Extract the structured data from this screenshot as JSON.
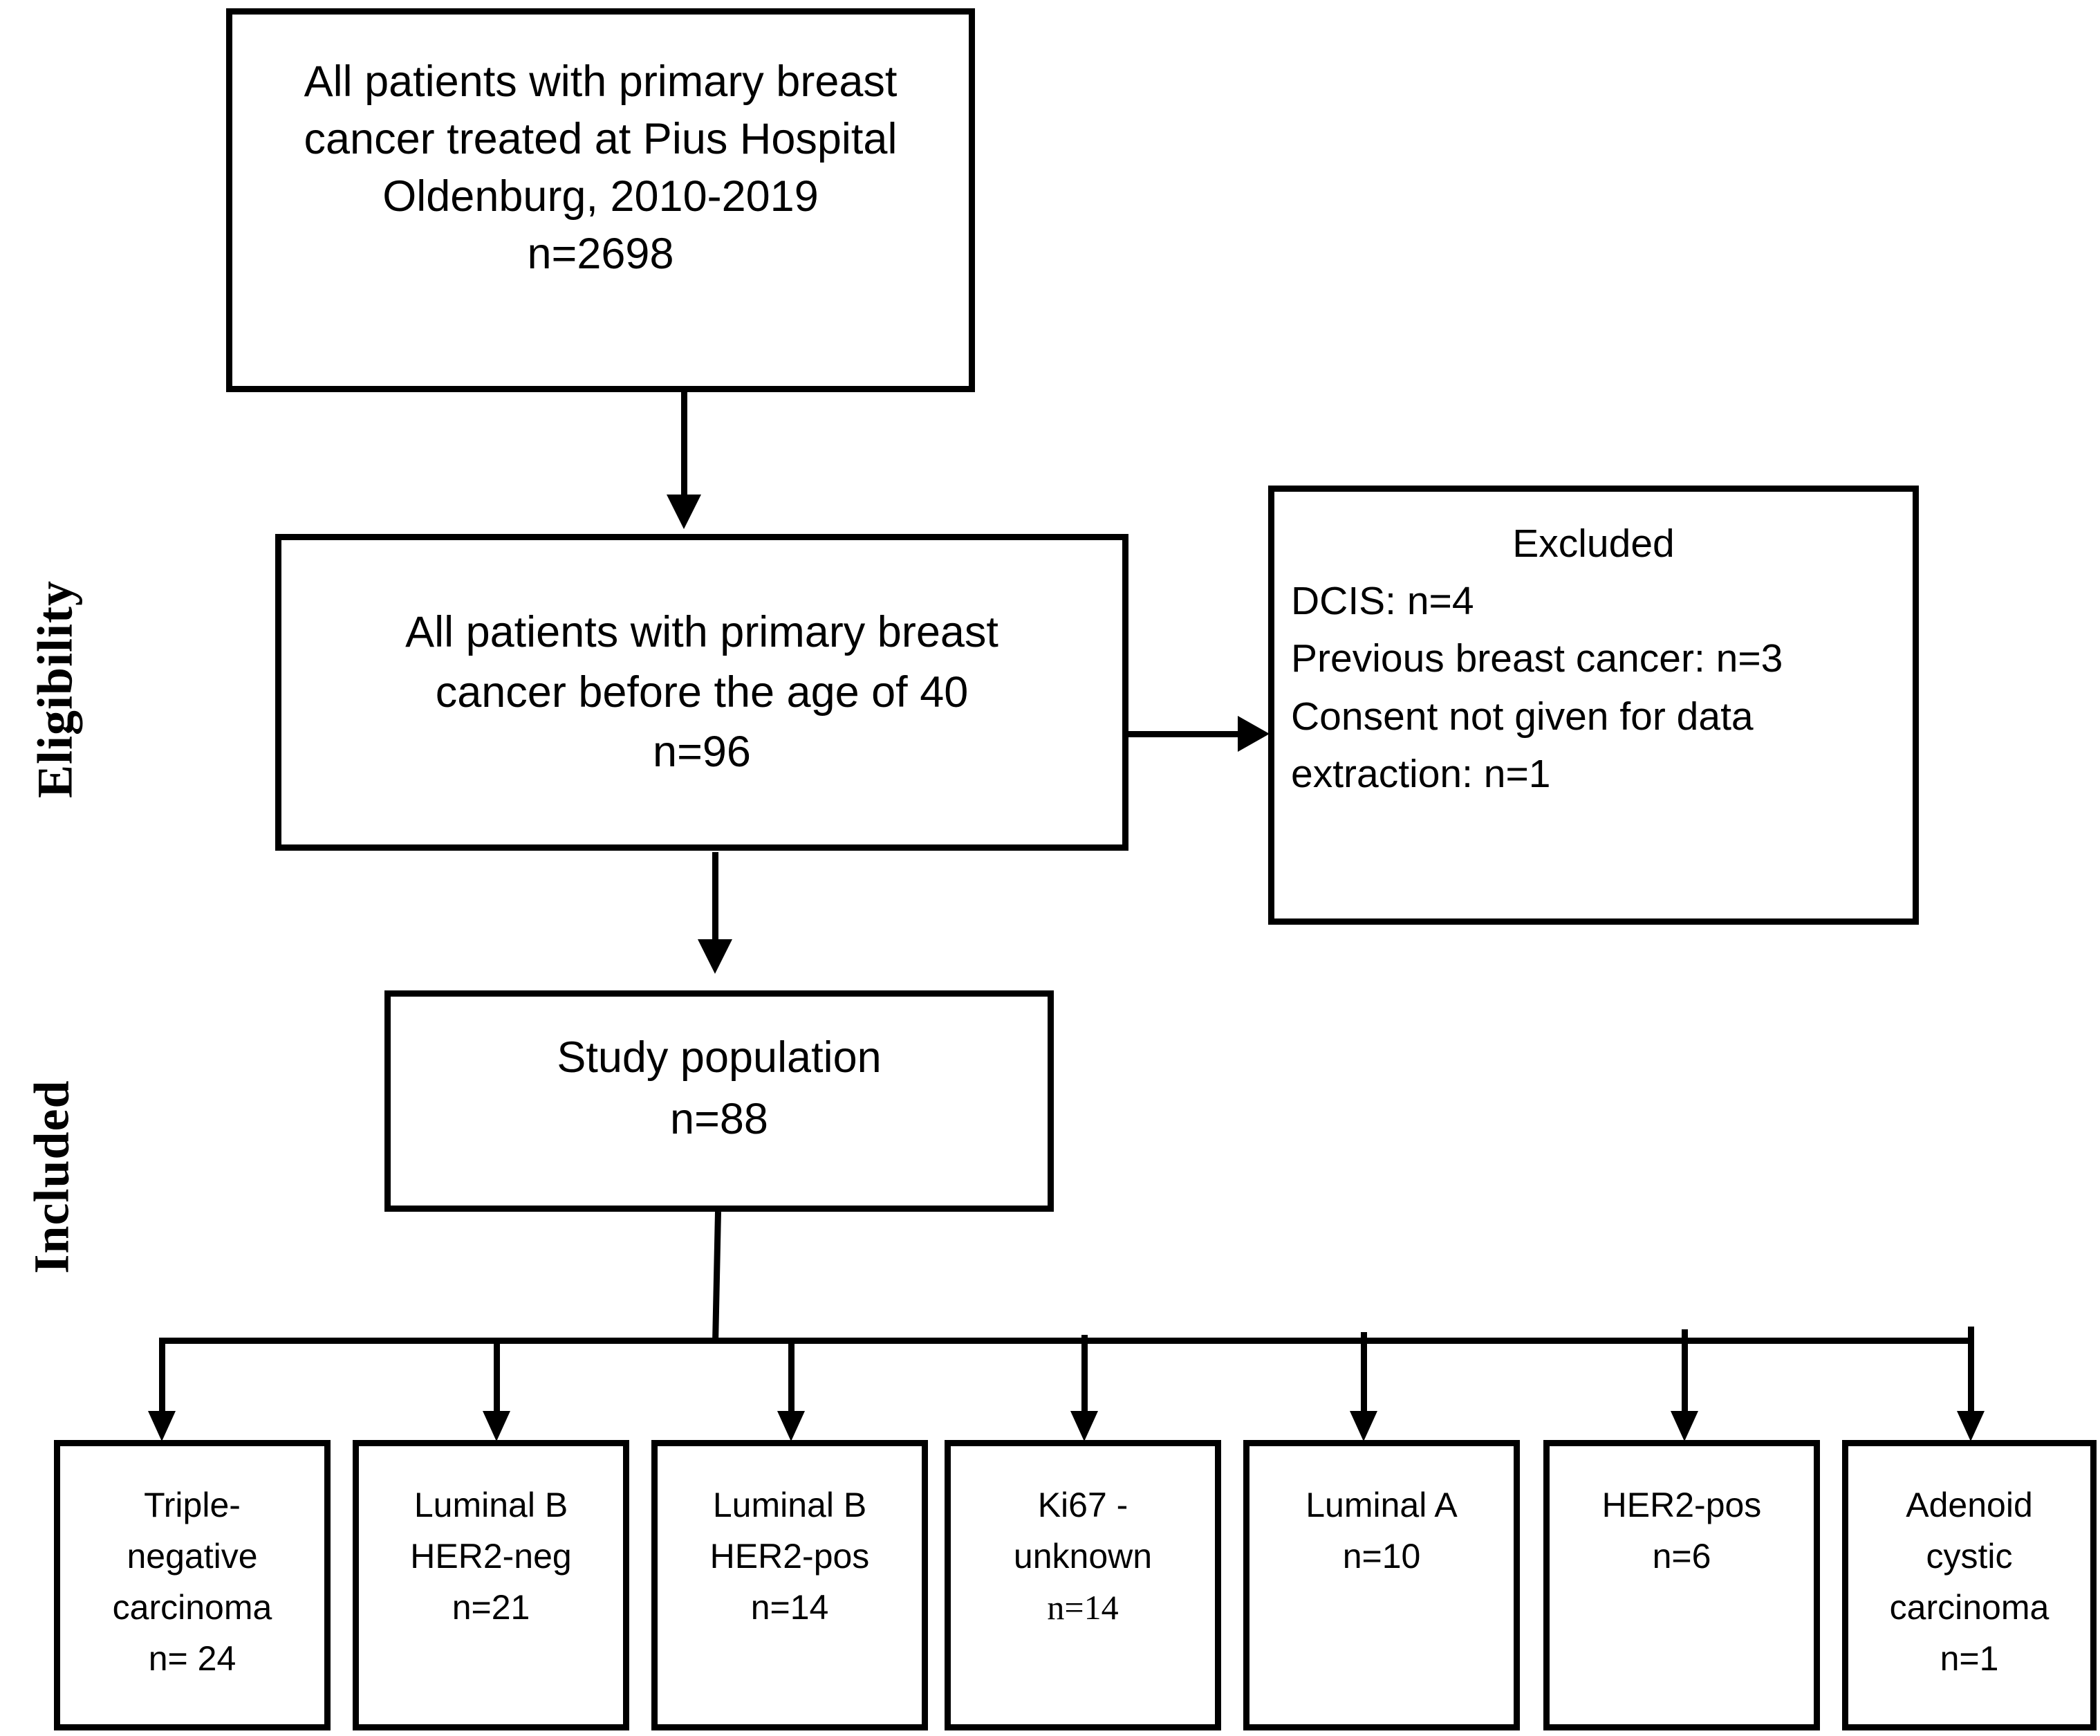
{
  "diagram": {
    "type": "flowchart",
    "title_side_labels": [
      "Eligibility",
      "Included"
    ],
    "side_labels": {
      "eligibility": "Eligibility",
      "included": "Included"
    },
    "nodes": {
      "source": {
        "lines": [
          "All patients with primary breast",
          "cancer treated at Pius Hospital",
          "Oldenburg, 2010-2019",
          "n=2698"
        ],
        "count": 2698
      },
      "eligible": {
        "lines": [
          "All patients with primary breast",
          "cancer before the age of 40",
          "n=96"
        ],
        "count": 96
      },
      "excluded": {
        "heading": "Excluded",
        "lines": [
          "DCIS: n=4",
          "Previous breast cancer: n=3",
          "Consent not given for data",
          "extraction: n=1"
        ],
        "items": [
          {
            "label": "DCIS",
            "n": 4
          },
          {
            "label": "Previous breast cancer",
            "n": 3
          },
          {
            "label": "Consent not given for data extraction",
            "n": 1
          }
        ]
      },
      "study": {
        "lines": [
          "Study population",
          "n=88"
        ],
        "count": 88
      }
    },
    "subgroups": [
      {
        "lines": [
          "Triple-",
          "negative",
          "carcinoma",
          "n= 24"
        ],
        "name": "Triple-negative carcinoma",
        "n": 24
      },
      {
        "lines": [
          "Luminal B",
          "HER2-neg",
          "n=21"
        ],
        "name": "Luminal B HER2-neg",
        "n": 21
      },
      {
        "lines": [
          "Luminal B",
          "HER2-pos",
          "n=14"
        ],
        "name": "Luminal B HER2-pos",
        "n": 14
      },
      {
        "lines": [
          "Ki67 -",
          "unknown",
          "n=14"
        ],
        "name": "Ki67 - unknown",
        "n": 14
      },
      {
        "lines": [
          "Luminal A",
          "n=10"
        ],
        "name": "Luminal A",
        "n": 10
      },
      {
        "lines": [
          "HER2-pos",
          "n=6"
        ],
        "name": "HER2-pos",
        "n": 6
      },
      {
        "lines": [
          "Adenoid",
          "cystic",
          "carcinoma",
          "n=1"
        ],
        "name": "Adenoid cystic carcinoma",
        "n": 1
      }
    ],
    "colors": {
      "stroke": "#000000",
      "fill": "#ffffff",
      "text": "#000000"
    }
  }
}
